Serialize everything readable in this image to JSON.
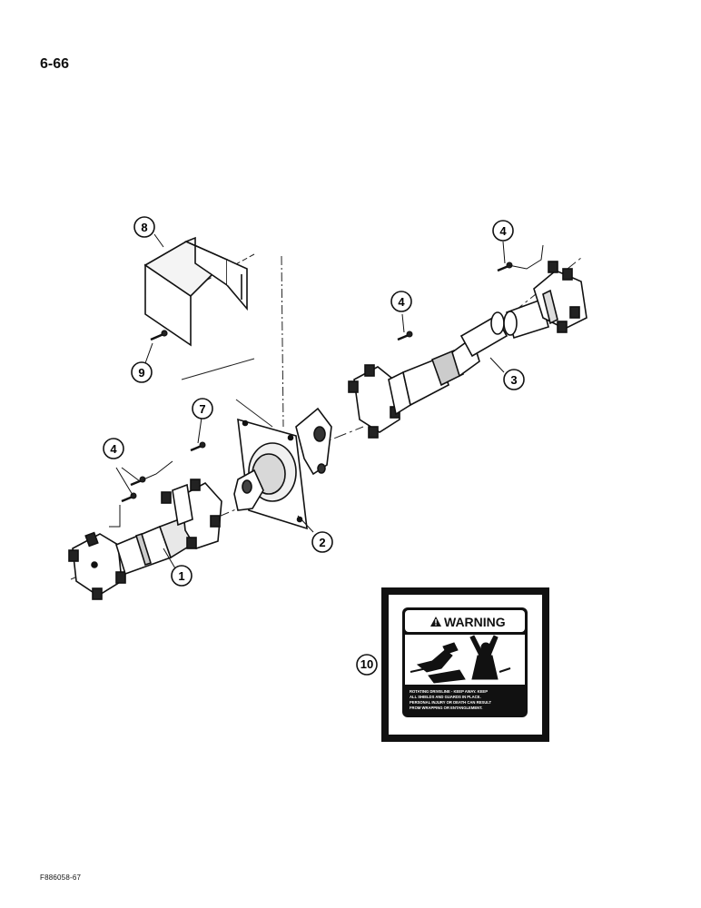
{
  "page": {
    "page_number": "6-66",
    "figure_id": "F886058-67"
  },
  "callouts": [
    "1",
    "2",
    "3",
    "4",
    "4",
    "4",
    "7",
    "8",
    "9",
    "10"
  ],
  "warning_decal": {
    "title": "WARNING",
    "icon": "warning-triangle-icon",
    "text_lines": [
      "ROTATING DRIVELINE - KEEP AWAY. KEEP",
      "ALL SHIELDS AND GUARDS IN PLACE.",
      "PERSONAL INJURY OR DEATH CAN RESULT",
      "FROM WRAPPING OR ENTANGLEMENT."
    ]
  }
}
